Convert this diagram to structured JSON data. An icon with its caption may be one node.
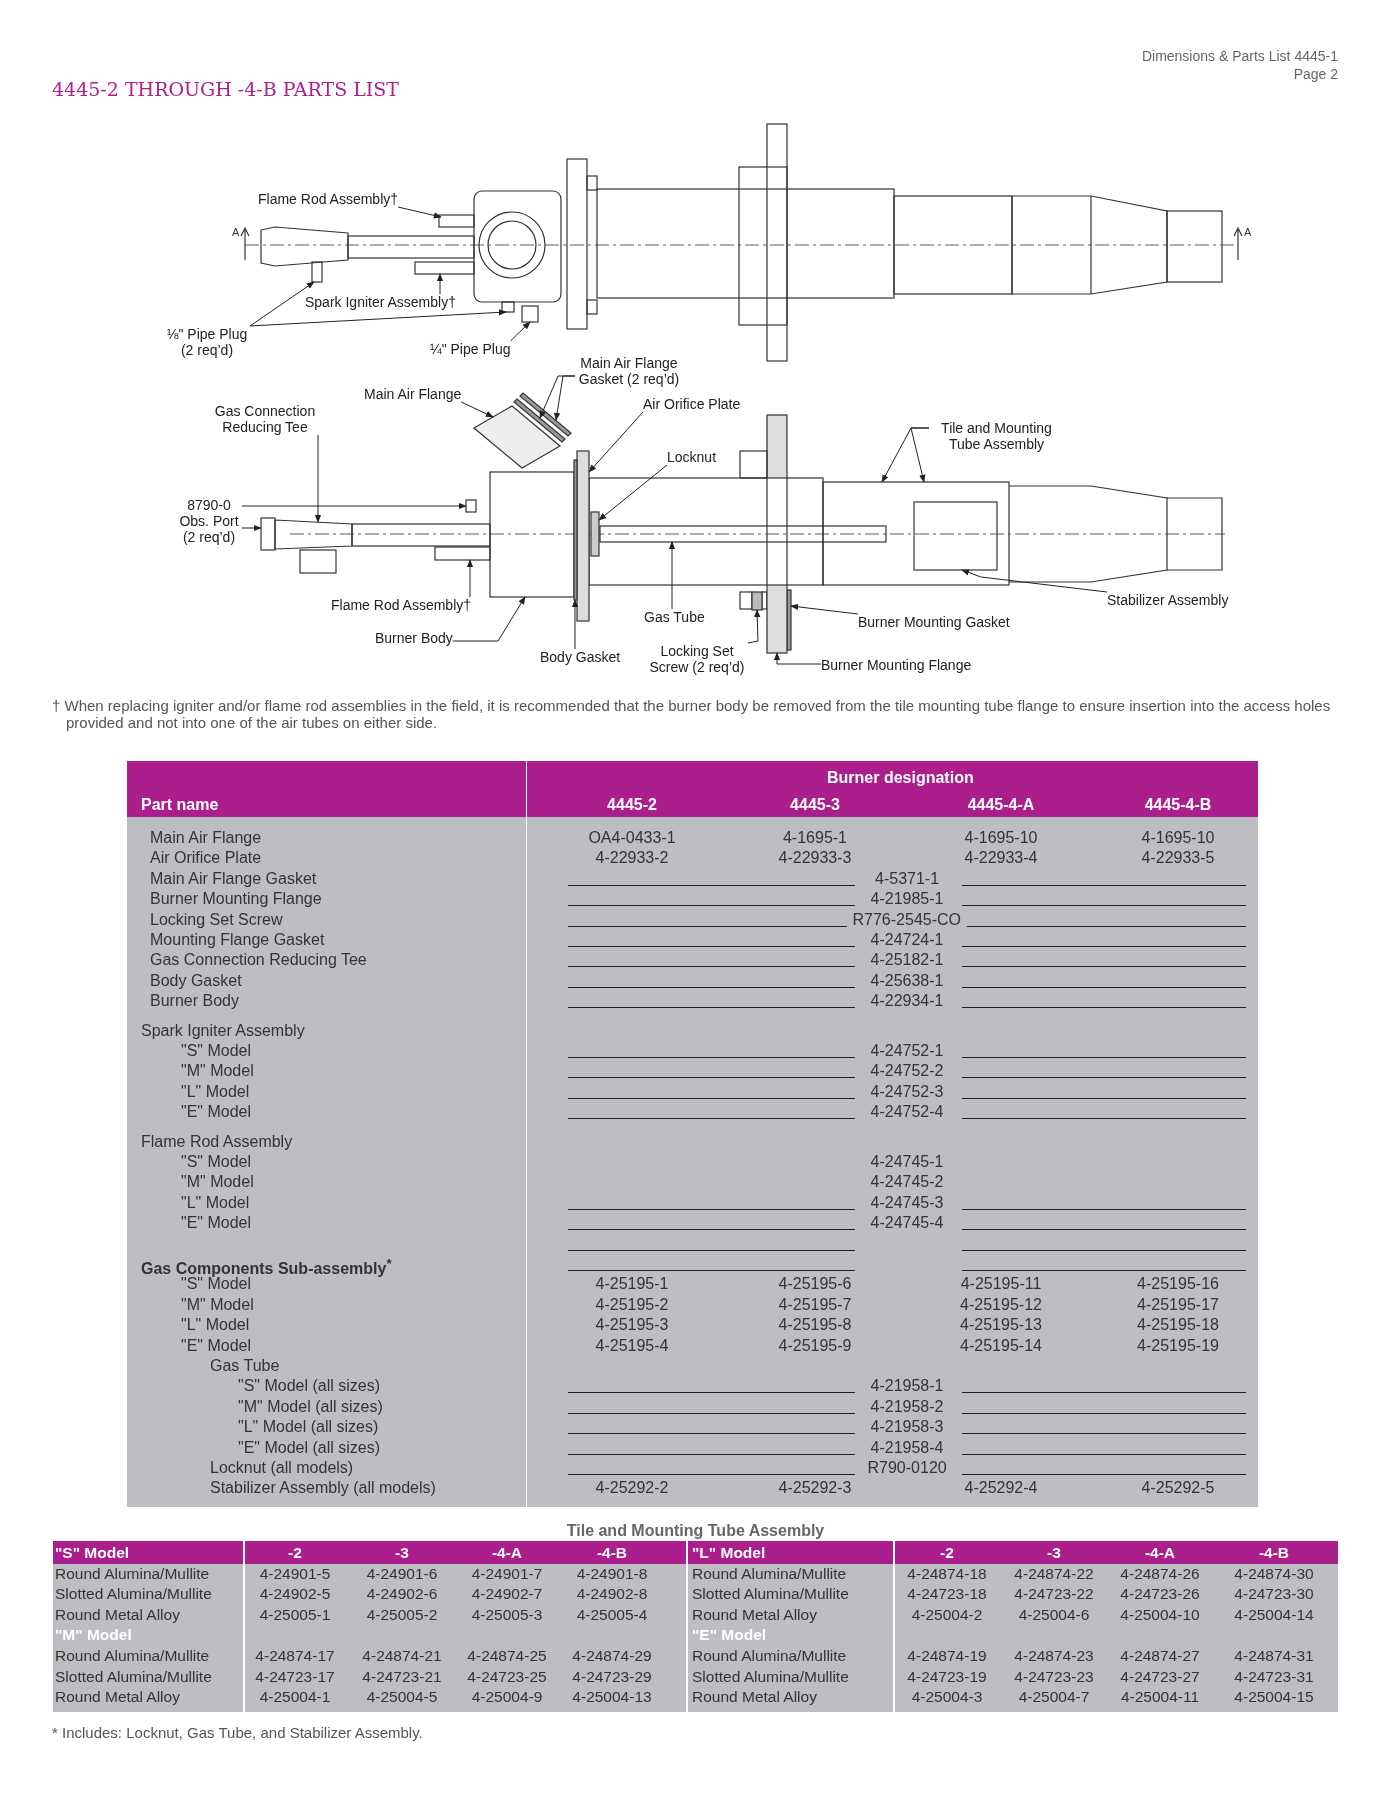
{
  "diagram": {
    "title": "4445-2 THROUGH -4-B PARTS LIST",
    "nodes": [
      {
        "text": [
          "Flame Rod Assembly†"
        ]
      },
      {
        "text": [
          "Spark Igniter Assembly†"
        ]
      },
      {
        "text": [
          "⅛\" Pipe Plug (2 req’d)"
        ]
      },
      {
        "text": [
          "¼\" Pipe Plug"
        ]
      },
      {
        "text": [
          "Main Air Flange Gasket (2 req’d)"
        ]
      },
      {
        "text": [
          "Main Air Flange"
        ]
      },
      {
        "text": [
          "Air Orifice Plate"
        ]
      },
      {
        "text": [
          "Gas Connection Reducing Tee"
        ]
      },
      {
        "text": [
          "Locknut"
        ]
      },
      {
        "text": [
          "Tile and Mounting Tube Assembly"
        ]
      },
      {
        "text": [
          "8790-0 Obs. Port (2 req’d)"
        ]
      },
      {
        "text": [
          "Flame Rod Assembly†"
        ]
      },
      {
        "text": [
          "Burner Body"
        ]
      },
      {
        "text": [
          "Gas Tube"
        ]
      },
      {
        "text": [
          "Body Gasket"
        ]
      },
      {
        "text": [
          "Locking Set Screw (2 req’d)"
        ]
      },
      {
        "text": [
          "Burner Mounting Gasket"
        ]
      },
      {
        "text": [
          "Burner Mounting Flange"
        ]
      },
      {
        "text": [
          "Stabilizer Assembly"
        ]
      },
      {
        "text": [],
        "shape": "box"
      },
      {
        "text": [],
        "shape": "box"
      },
      {
        "text": [],
        "shape": "box"
      },
      {
        "text": [],
        "shape": "box"
      },
      {
        "text": [],
        "shape": "box"
      },
      {
        "text": [],
        "shape": "box"
      },
      {
        "text": [],
        "shape": "box"
      },
      {
        "text": [],
        "shape": "box"
      },
      {
        "text": [],
        "shape": "box"
      },
      {
        "text": [],
        "shape": "box"
      },
      {
        "text": [],
        "shape": "box"
      },
      {
        "text": [],
        "shape": "box"
      },
      {
        "text": [],
        "shape": "box"
      },
      {
        "text": [],
        "shape": "box"
      },
      {
        "text": [],
        "shape": "box"
      },
      {
        "text": [],
        "shape": "box"
      },
      {
        "text": [],
        "shape": "box"
      },
      {
        "text": [],
        "shape": "box"
      },
      {
        "text": [],
        "shape": "box"
      },
      {
        "text": [],
        "shape": "box"
      },
      {
        "text": [],
        "shape": "box"
      },
      {
        "text": [],
        "shape": "box",
        "in": 30
      }
    ],
    "edges": [
      {
        "from": 0,
        "to": 19,
        "arrow": "to"
      },
      {
        "from": 1,
        "to": 20,
        "arrow": "to"
      },
      {
        "from": 2,
        "to": 21,
        "arrow": "to"
      },
      {
        "from": 2,
        "to": 22,
        "arrow": "to"
      },
      {
        "from": 3,
        "to": 23,
        "arrow": "to"
      },
      {
        "from": 4,
        "to": 24,
        "arrow": "to"
      },
      {
        "from": 4,
        "to": 25,
        "arrow": "to"
      },
      {
        "from": 5,
        "to": 26,
        "arrow": "to"
      },
      {
        "from": 6,
        "to": 27,
        "arrow": "to"
      },
      {
        "from": 7,
        "to": 28,
        "arrow": "to"
      },
      {
        "from": 8,
        "to": 29,
        "arrow": "to"
      },
      {
        "from": 9,
        "to": 30,
        "arrow": "to"
      },
      {
        "from": 9,
        "to": 30,
        "arrow": "to"
      },
      {
        "from": 10,
        "to": 31,
        "arrow": "to"
      },
      {
        "from": 10,
        "to": 32,
        "arrow": "to"
      },
      {
        "from": 11,
        "to": 33,
        "arrow": "to"
      },
      {
        "from": 12,
        "to": 34,
        "arrow": "to"
      },
      {
        "from": 13,
        "to": 35,
        "arrow": "to"
      },
      {
        "from": 14,
        "to": 36,
        "arrow": "to"
      },
      {
        "from": 15,
        "to": 37,
        "arrow": "to"
      },
      {
        "from": 16,
        "to": 38,
        "arrow": "to"
      },
      {
        "from": 17,
        "to": 39,
        "arrow": "to"
      },
      {
        "from": 18,
        "to": 40,
        "arrow": "to"
      }
    ],
    "labels": [
      "Dimensions & Parts List 4445-1",
      "Page 2",
      "A",
      "A",
      "† When replacing igniter and/or flame rod assemblies in the field, it is recommended that the burner body be removed from the tile mounting tube flange to ensure insertion into the access holes provided and not into one of the air tubes on either side.",
      "Burner designation",
      "Part name",
      "4445-2",
      "4445-3",
      "4445-4-A",
      "4445-4-B",
      "Main Air Flange",
      "OA4-0433-1",
      "4-1695-1",
      "4-1695-10",
      "4-1695-10",
      "Air Orifice Plate",
      "4-22933-2",
      "4-22933-3",
      "4-22933-4",
      "4-22933-5",
      "Main Air Flange Gasket",
      "4-5371-1",
      "Burner Mounting Flange",
      "4-21985-1",
      "Locking Set Screw",
      "R776-2545-CO",
      "Mounting Flange Gasket",
      "4-24724-1",
      "Gas Connection Reducing Tee",
      "4-25182-1",
      "Body Gasket",
      "4-25638-1",
      "Burner Body",
      "4-22934-1",
      "Spark Igniter Assembly",
      "\"S\" Model",
      "4-24752-1",
      "\"M\" Model",
      "4-24752-2",
      "\"L\" Model",
      "4-24752-3",
      "\"E\" Model",
      "4-24752-4",
      "Flame Rod Assembly",
      "\"S\" Model",
      "4-24745-1",
      "\"M\" Model",
      "4-24745-2",
      "\"L\" Model",
      "4-24745-3",
      "\"E\" Model",
      "4-24745-4",
      "Gas Components Sub-assembly$^{*}$",
      "\"S\" Model",
      "4-25195-1",
      "4-25195-6",
      "4-25195-11",
      "4-25195-16",
      "\"M\" Model",
      "4-25195-2",
      "4-25195-7",
      "4-25195-12",
      "4-25195-17",
      "\"L\" Model",
      "4-25195-3",
      "4-25195-8",
      "4-25195-13",
      "4-25195-18",
      "\"E\" Model",
      "4-25195-4",
      "4-25195-9",
      "4-25195-14",
      "4-25195-19",
      "Gas Tube",
      "\"S\" Model (all sizes)",
      "4-21958-1",
      "\"M\" Model (all sizes)",
      "4-21958-2",
      "\"L\" Model (all sizes)",
      "4-21958-3",
      "\"E\" Model (all sizes)",
      "4-21958-4",
      "Locknut (all models)",
      "R790-0120",
      "Stabilizer Assembly (all models)",
      "4-25292-2",
      "4-25292-3",
      "4-25292-4",
      "4-25292-5",
      "Tile and Mounting Tube Assembly",
      "\"S\" Model",
      "-2",
      "-3",
      "-4-A",
      "-4-B",
      "\"L\" Model",
      "-2",
      "-3",
      "-4-A",
      "-4-B",
      "Round Alumina/Mullite",
      "4-24901-5",
      "4-24901-6",
      "4-24901-7",
      "4-24901-8",
      "Round Alumina/Mullite",
      "4-24874-18",
      "4-24874-22",
      "4-24874-26",
      "4-24874-30",
      "Slotted Alumina/Mullite",
      "4-24902-5",
      "4-24902-6",
      "4-24902-7",
      "4-24902-8",
      "Slotted Alumina/Mullite",
      "4-24723-18",
      "4-24723-22",
      "4-24723-26",
      "4-24723-30",
      "Round Metal Alloy",
      "4-25005-1",
      "4-25005-2",
      "4-25005-3",
      "4-25005-4",
      "Round Metal Alloy",
      "4-25004-2",
      "4-25004-6",
      "4-25004-10",
      "4-25004-14",
      "\"M\" Model",
      "\"E\" Model",
      "Round Alumina/Mullite",
      "4-24874-17",
      "4-24874-21",
      "4-24874-25",
      "4-24874-29",
      "Round Alumina/Mullite",
      "4-24874-19",
      "4-24874-23",
      "4-24874-27",
      "4-24874-31",
      "Slotted Alumina/Mullite",
      "4-24723-17",
      "4-24723-21",
      "4-24723-25",
      "4-24723-29",
      "Slotted Alumina/Mullite",
      "4-24723-19",
      "4-24723-23",
      "4-24723-27",
      "4-24723-31",
      "Round Metal Alloy",
      "4-25004-1",
      "4-25004-5",
      "4-25004-9",
      "4-25004-13",
      "Round Metal Alloy",
      "4-25004-3",
      "4-25004-7",
      "4-25004-11",
      "4-25004-15",
      "* Includes: Locknut, Gas Tube, and Stabilizer Assembly."
    ]
  }
}
